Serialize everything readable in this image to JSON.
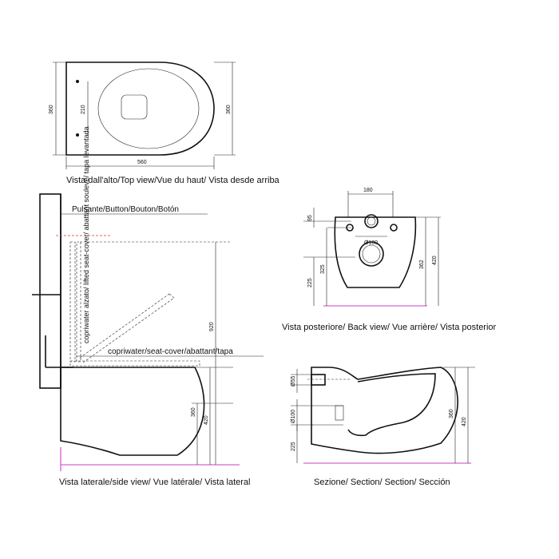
{
  "views": {
    "top": {
      "caption": "Vista dall'alto/Top view/Vue du haut/ Vista desde arriba",
      "dims": {
        "depth_left": "360",
        "depth_right": "360",
        "holes": "210",
        "length": "560"
      }
    },
    "side": {
      "caption": "Vista laterale/side view/ Vue latérale/ Vista lateral",
      "labels": {
        "button": "Pulsante/Button/Bouton/Botón",
        "lifted_cover": "copriwater alzato/ lifted seat-cover/ abattant soulevé/ tapa levantada",
        "cover": "copriwater/seat-cover/abattant/tapa"
      },
      "dims": {
        "total": "920",
        "h360": "360",
        "h420": "420"
      }
    },
    "back": {
      "caption": "Vista posteriore/ Back view/ Vue arrière/ Vista posterior",
      "dims": {
        "width": "180",
        "d95": "95",
        "d100": "Ø100",
        "d225": "225",
        "d325": "325",
        "d362": "362",
        "d420": "420"
      }
    },
    "section": {
      "caption": "Sezione/ Section/ Section/ Sección",
      "dims": {
        "d55": "Ø55",
        "d100": "Ø100",
        "d225": "225",
        "d360": "360",
        "d420": "420"
      }
    }
  },
  "colors": {
    "line": "#111111",
    "floor": "#d23cc8",
    "dash_red": "#d23a3a"
  }
}
